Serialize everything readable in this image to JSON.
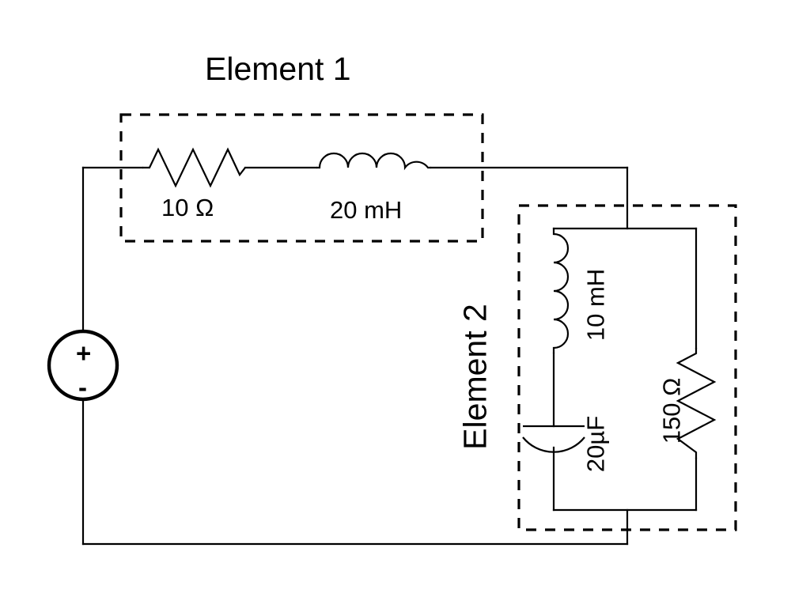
{
  "diagram": {
    "type": "electrical-circuit-schematic",
    "background_color": "#ffffff",
    "line_color": "#000000"
  },
  "labels": {
    "element1_title": "Element 1",
    "element2_title": "Element 2",
    "resistor1_value": "10 Ω",
    "inductor1_value": "20 mH",
    "inductor2_value": "10 mH",
    "capacitor1_value": "20µF",
    "resistor2_value": "150 Ω"
  },
  "source": {
    "plus_sign": "+",
    "minus_sign": "-",
    "type": "voltage-source"
  },
  "components": [
    {
      "name": "resistor",
      "label": "10 Ω",
      "group": "Element 1",
      "orientation": "horizontal"
    },
    {
      "name": "inductor",
      "label": "20 mH",
      "group": "Element 1",
      "orientation": "horizontal"
    },
    {
      "name": "inductor",
      "label": "10 mH",
      "group": "Element 2",
      "orientation": "vertical"
    },
    {
      "name": "capacitor",
      "label": "20µF",
      "group": "Element 2",
      "orientation": "vertical"
    },
    {
      "name": "resistor",
      "label": "150 Ω",
      "group": "Element 2",
      "orientation": "vertical"
    },
    {
      "name": "voltage-source",
      "label": "",
      "group": "main-loop",
      "orientation": "vertical"
    }
  ]
}
